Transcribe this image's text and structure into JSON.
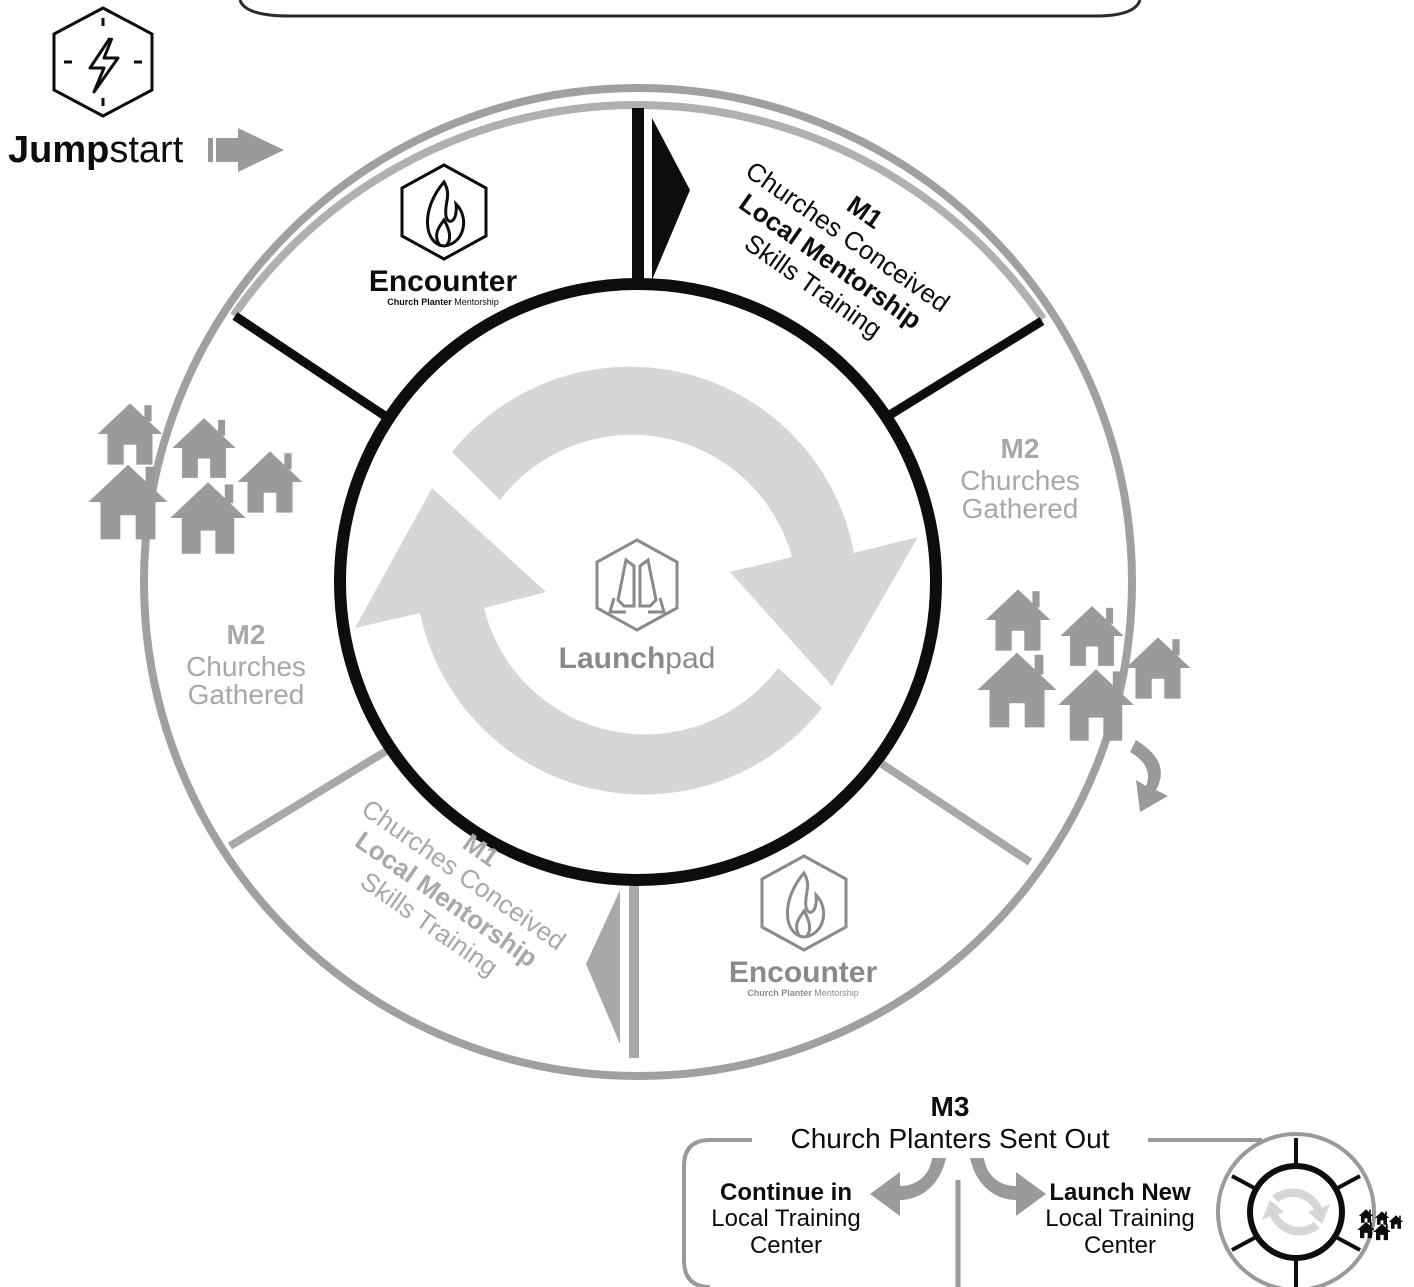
{
  "jumpstart": {
    "bold": "Jump",
    "regular": "start",
    "icon": "lightning-hexagon-icon"
  },
  "top_encounter": {
    "title": "Encounter",
    "sub_bold": "Church Planter",
    "sub_regular": "Mentorship",
    "icon": "flame-hexagon-icon"
  },
  "top_m1": {
    "label": "M1",
    "line1": "Churches Conceived",
    "line2": "Local Mentorship",
    "line3": "Skills Training"
  },
  "right_m2": {
    "label": "M2",
    "line1": "Churches",
    "line2": "Gathered"
  },
  "left_m2": {
    "label": "M2",
    "line1": "Churches",
    "line2": "Gathered"
  },
  "bottom_encounter": {
    "title": "Encounter",
    "sub_bold": "Church Planter",
    "sub_regular": "Mentorship",
    "icon": "flame-hexagon-icon"
  },
  "bottom_m1": {
    "label": "M1",
    "line1": "Churches Conceived",
    "line2": "Local Mentorship",
    "line3": "Skills Training"
  },
  "launchpad": {
    "bold": "Launch",
    "regular": "pad",
    "icon": "praying-hands-hexagon-icon"
  },
  "m3": {
    "label": "M3",
    "title": "Church Planters Sent Out",
    "left": {
      "line1": "Continue in",
      "line2": "Local Training",
      "line3": "Center"
    },
    "right": {
      "line1": "Launch New",
      "line2": "Local Training",
      "line3": "Center"
    }
  },
  "colors": {
    "dark": "#0d0d0d",
    "gray": "#9a9a9a",
    "light_gray": "#d6d6d6",
    "mid_gray": "#a8a8a8"
  }
}
